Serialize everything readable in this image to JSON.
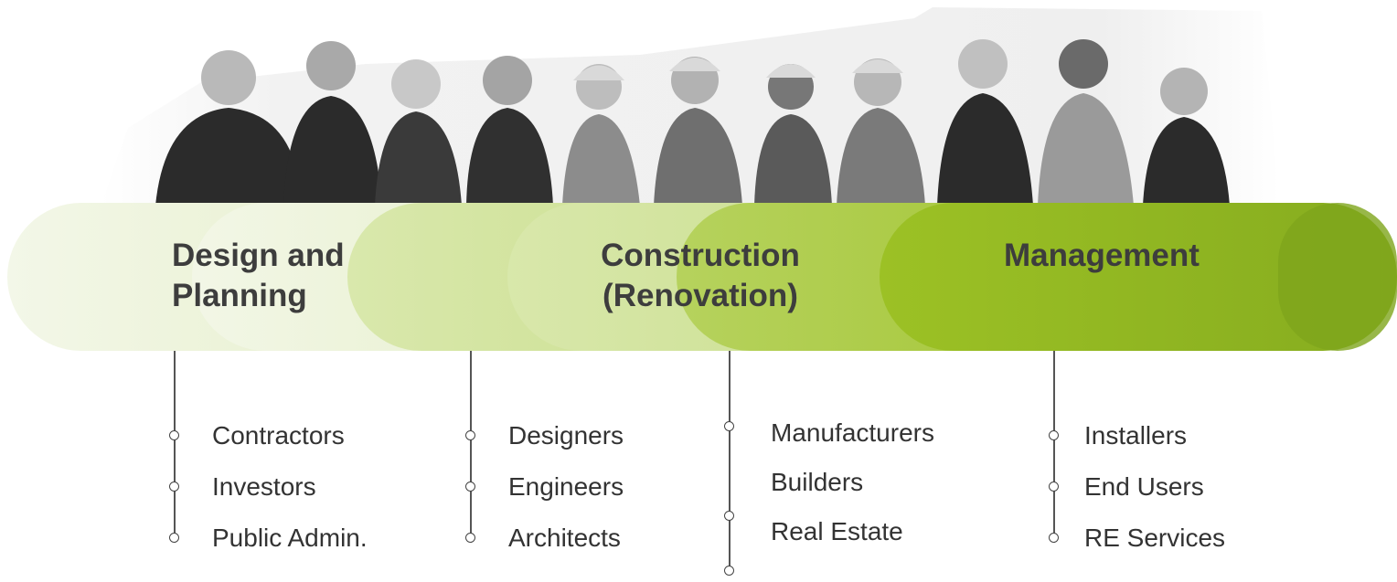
{
  "stages": [
    {
      "title_line1": "Design and",
      "title_line2": "Planning"
    },
    {
      "title_line1": "Construction",
      "title_line2": "(Renovation)"
    },
    {
      "title_line1": "Management",
      "title_line2": ""
    }
  ],
  "groups": [
    {
      "items": [
        "Contractors",
        "Investors",
        "Public Admin."
      ]
    },
    {
      "items": [
        "Designers",
        "Engineers",
        "Architects"
      ]
    },
    {
      "items": [
        "Manufacturers",
        "Builders",
        "Real Estate"
      ]
    },
    {
      "items": [
        "Installers",
        "End Users",
        "RE Services"
      ]
    }
  ],
  "colors": {
    "band_light": "#eef4dc",
    "band_mid": "#c9de8e",
    "band_bright": "#a2c52a",
    "band_dark": "#86ad1f",
    "text": "#3d3d3d"
  },
  "photo": {
    "subject": "group-of-professionals-photo"
  }
}
